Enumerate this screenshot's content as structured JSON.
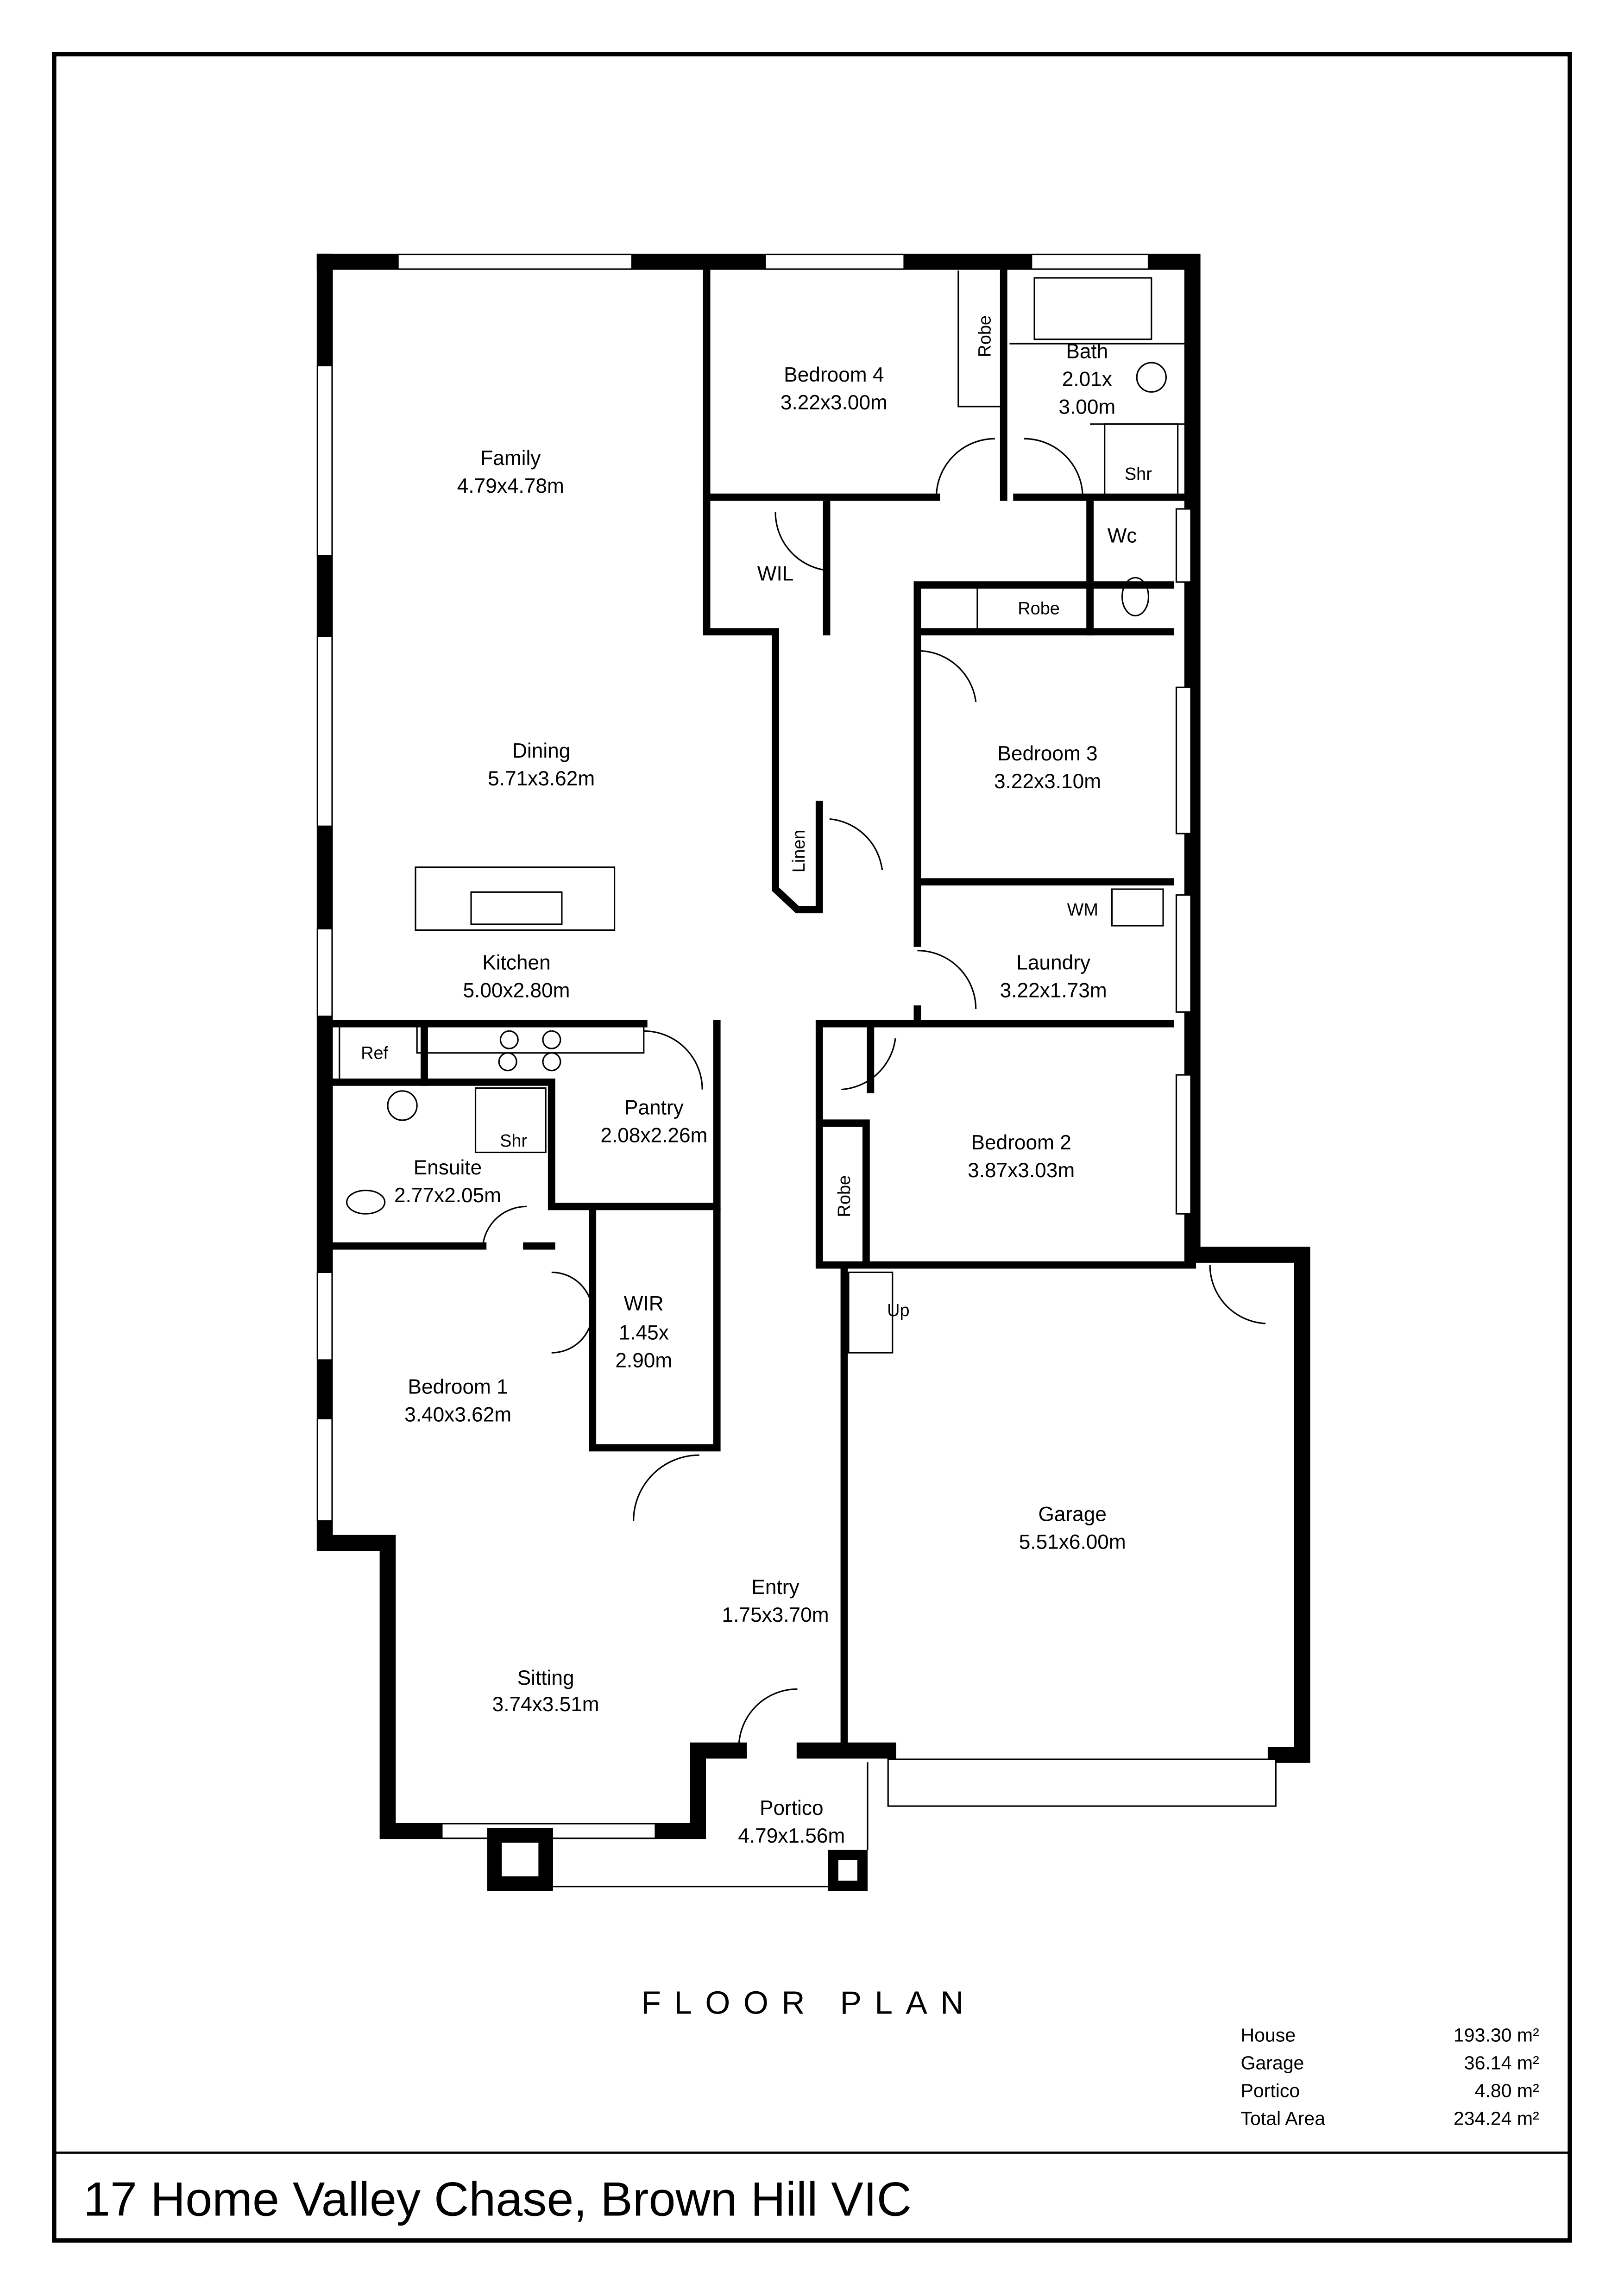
{
  "title": "FLOOR PLAN",
  "address": "17 Home Valley Chase, Brown Hill VIC",
  "rooms": {
    "family": {
      "name": "Family",
      "size": "4.79x4.78m"
    },
    "dining": {
      "name": "Dining",
      "size": "5.71x3.62m"
    },
    "kitchen": {
      "name": "Kitchen",
      "size": "5.00x2.80m"
    },
    "bedroom4": {
      "name": "Bedroom 4",
      "size": "3.22x3.00m"
    },
    "bath": {
      "name": "Bath",
      "size1": "2.01x",
      "size2": "3.00m"
    },
    "bedroom3": {
      "name": "Bedroom 3",
      "size": "3.22x3.10m"
    },
    "laundry": {
      "name": "Laundry",
      "size": "3.22x1.73m"
    },
    "pantry": {
      "name": "Pantry",
      "size": "2.08x2.26m"
    },
    "ensuite": {
      "name": "Ensuite",
      "size": "2.77x2.05m"
    },
    "bedroom2": {
      "name": "Bedroom 2",
      "size": "3.87x3.03m"
    },
    "wir": {
      "name": "WIR",
      "size1": "1.45x",
      "size2": "2.90m"
    },
    "bedroom1": {
      "name": "Bedroom 1",
      "size": "3.40x3.62m"
    },
    "garage": {
      "name": "Garage",
      "size": "5.51x6.00m"
    },
    "entry": {
      "name": "Entry",
      "size": "1.75x3.70m"
    },
    "sitting": {
      "name": "Sitting",
      "size": "3.74x3.51m"
    },
    "portico": {
      "name": "Portico",
      "size": "4.79x1.56m"
    }
  },
  "fixtures": {
    "robe": "Robe",
    "shr": "Shr",
    "wil": "WIL",
    "wc": "Wc",
    "linen": "Linen",
    "wm": "WM",
    "ref": "Ref",
    "up": "Up"
  },
  "areas": [
    {
      "label": "House",
      "value": "193.30 m²"
    },
    {
      "label": "Garage",
      "value": "36.14 m²"
    },
    {
      "label": "Portico",
      "value": "4.80 m²"
    },
    {
      "label": "Total Area",
      "value": "234.24 m²"
    }
  ]
}
